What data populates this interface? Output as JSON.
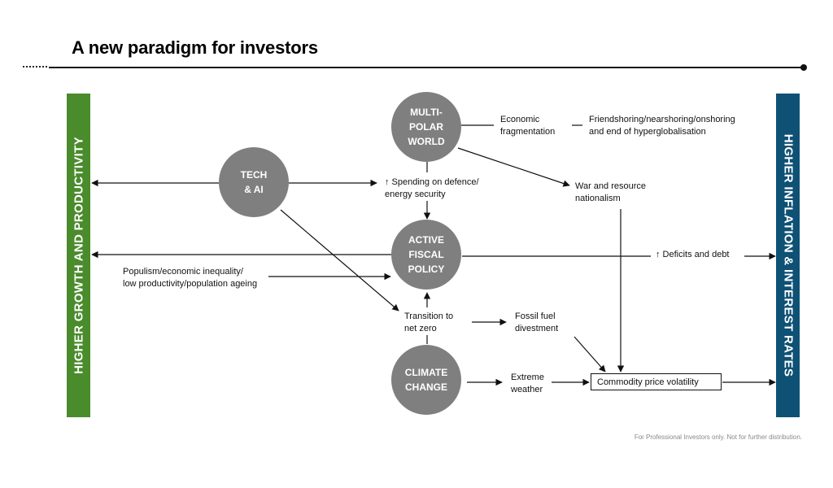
{
  "title": "A new paradigm for investors",
  "left_bar": {
    "label": "HIGHER GROWTH AND PRODUCTIVITY",
    "color": "#4a8b2c"
  },
  "right_bar": {
    "label": "HIGHER INFLATION & INTEREST RATES",
    "color": "#0e5175"
  },
  "circles": {
    "multipolar": "MULTI-\nPOLAR\nWORLD",
    "tech": "TECH\n& AI",
    "fiscal": "ACTIVE\nFISCAL\nPOLICY",
    "climate": "CLIMATE\nCHANGE"
  },
  "labels": {
    "economic_fragmentation": "Economic\nfragmentation",
    "friendshoring": "Friendshoring/nearshoring/onshoring\nand end of hyperglobalisation",
    "war_resource": "War and resource\nnationalism",
    "spending_defence": "↑ Spending on defence/\nenergy security",
    "deficits": "↑ Deficits and debt",
    "populism": "Populism/economic inequality/\nlow productivity/population ageing",
    "net_zero": "Transition to\nnet zero",
    "fossil_fuel": "Fossil fuel\ndivestment",
    "extreme_weather": "Extreme\nweather",
    "commodity": "Commodity price volatility"
  },
  "footer": "For Professional Investors only. Not for further distribution."
}
